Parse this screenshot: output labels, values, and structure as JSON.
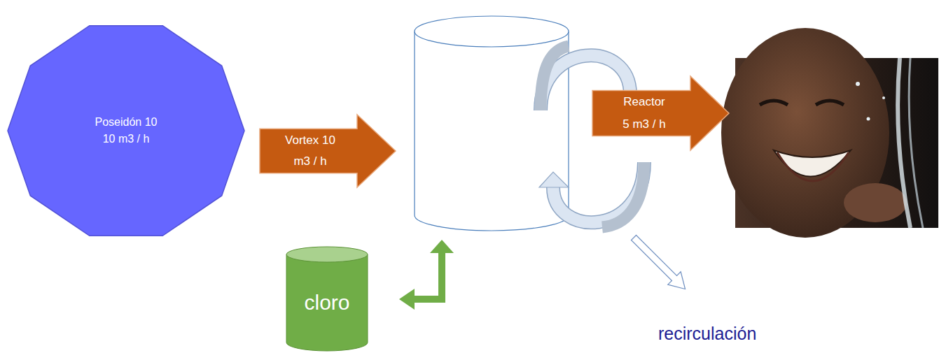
{
  "diagram": {
    "nodes": [
      {
        "text": [
          "Poseidón 10",
          "10 m3 / h"
        ]
      },
      {
        "text": [
          "Vortex 10 m3 / h"
        ]
      },
      {
        "text": [
          "Reactor 5 m3 / h"
        ]
      },
      {
        "text": [
          "cloro"
        ]
      }
    ],
    "labels": [
      "recirculación"
    ]
  }
}
